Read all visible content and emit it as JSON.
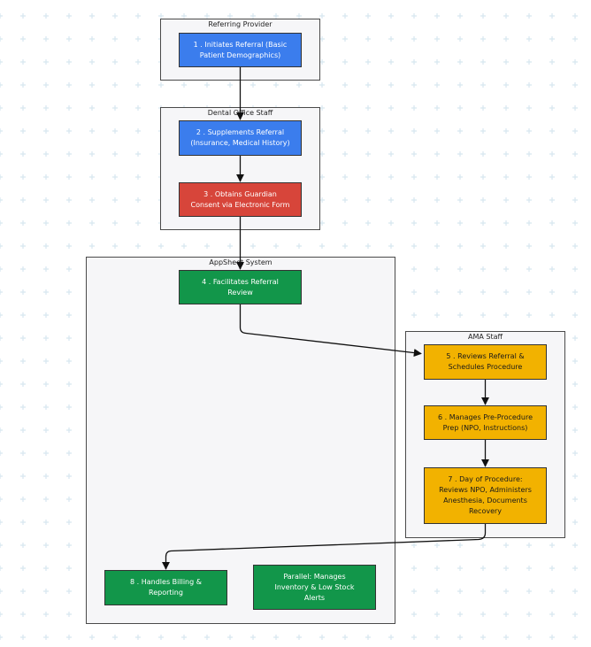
{
  "lanes": {
    "referring_provider": "Referring Provider",
    "dental_office": "Dental Office Staff",
    "appsheet": "AppSheet System",
    "ama_staff": "AMA Staff"
  },
  "nodes": {
    "n1": "1 . Initiates Referral (Basic\nPatient Demographics)",
    "n2": "2 . Supplements Referral\n(Insurance, Medical History)",
    "n3": "3 . Obtains Guardian\nConsent via Electronic Form",
    "n4": "4 . Facilitates Referral\nReview",
    "n5": "5 . Reviews Referral &\nSchedules Procedure",
    "n6": "6 . Manages Pre-Procedure\nPrep (NPO, Instructions)",
    "n7": "7 . Day of Procedure:\nReviews NPO, Administers\nAnesthesia, Documents\nRecovery",
    "n8": "8 . Handles Billing &\nReporting",
    "parallel": "Parallel: Manages\nInventory & Low Stock\nAlerts"
  },
  "colors": {
    "blue": "#3b7ded",
    "red": "#d7453a",
    "green": "#12964a",
    "amber": "#f2b200",
    "background_pattern": "#d7e7ef"
  }
}
